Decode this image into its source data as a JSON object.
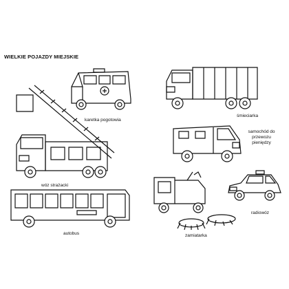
{
  "page": {
    "title": "WIELKIE POJAZDY MIEJSKIE"
  },
  "vehicles": {
    "ambulance": {
      "label": "karetka pogotowia"
    },
    "garbage_truck": {
      "label": "śmieciarka"
    },
    "fire_truck": {
      "label": "wóz strażacki"
    },
    "armored_van": {
      "label": "samochód do przewozu pieniędzy"
    },
    "bus": {
      "label": "autobus"
    },
    "street_sweeper": {
      "label": "zamiatarka"
    },
    "radio_car": {
      "label": "radiowóz"
    }
  }
}
